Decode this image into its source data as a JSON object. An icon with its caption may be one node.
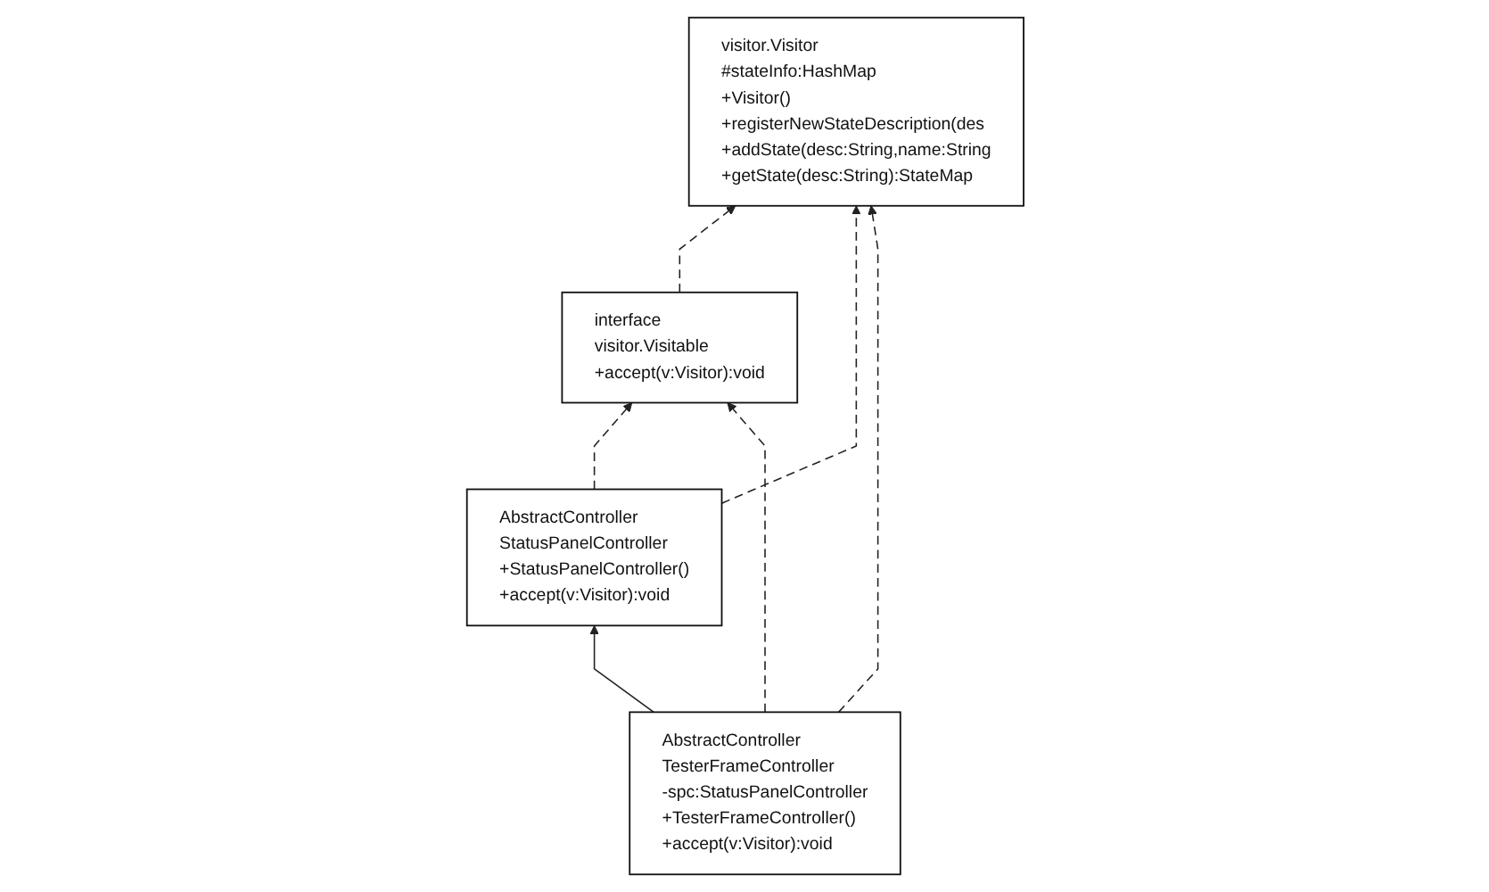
{
  "diagram": {
    "nodes": [
      {
        "text": [
          "visitor.Visitor",
          "#stateInfo:HashMap",
          "+Visitor()",
          "+registerNewStateDescription(des",
          "+addState(desc:String,name:String",
          "+getState(desc:String):StateMap"
        ]
      },
      {
        "text": [
          "interface",
          "visitor.Visitable",
          "+accept(v:Visitor):void"
        ]
      },
      {
        "text": [
          "AbstractController",
          "StatusPanelController",
          "+StatusPanelController()",
          "+accept(v:Visitor):void"
        ]
      },
      {
        "text": [
          "AbstractController",
          "TesterFrameController",
          "-spc:StatusPanelController",
          "+TesterFrameController()",
          "+accept(v:Visitor):void"
        ]
      }
    ],
    "edges": [
      {
        "from": 1,
        "to": 0,
        "arrow": "to",
        "style": "dashed"
      },
      {
        "from": 2,
        "to": 1,
        "arrow": "to",
        "style": "dashed"
      },
      {
        "from": 3,
        "to": 1,
        "arrow": "to",
        "style": "dashed"
      },
      {
        "from": 2,
        "to": 0,
        "arrow": "to",
        "style": "dashed"
      },
      {
        "from": 3,
        "to": 0,
        "arrow": "to",
        "style": "dashed"
      },
      {
        "from": 3,
        "to": 2,
        "arrow": "to"
      }
    ]
  }
}
